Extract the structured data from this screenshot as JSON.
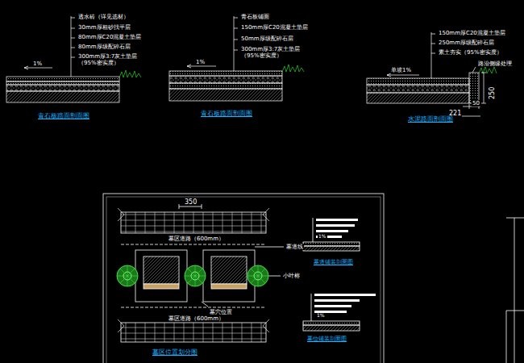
{
  "diagram": {
    "labels": [
      "透水砖（详见选材）",
      "30mm厚粗砂找平层",
      "80mm厚C20混凝土垫层",
      "80mm厚级配碎石层",
      "300mm厚3:7灰土垫层（95%密实度）",
      "1%",
      "青石板路面剖面图",
      "青石板铺面",
      "150mm厚C20混凝土垫层",
      "50mm厚级配碎石层",
      "300mm厚3:7灰土垫层（95%密实度）",
      "1%",
      "青石板路面剖面图",
      "150mm厚C20混凝土垫层",
      "250mm厚级配碎石层",
      "素土夯实（95%密实度）",
      "路沿侧缘处理",
      "单坡1%",
      "250",
      "221",
      "50",
      "水泥路面剖面图",
      "墓区道路（600mm）",
      "350",
      "墓道线",
      "小叶榕",
      "墓穴位置",
      "墓区道路（600mm）",
      "墓区位置划分图",
      "1%",
      "墓道铺装剖面图",
      "1%",
      "墓位铺装剖面图"
    ]
  }
}
